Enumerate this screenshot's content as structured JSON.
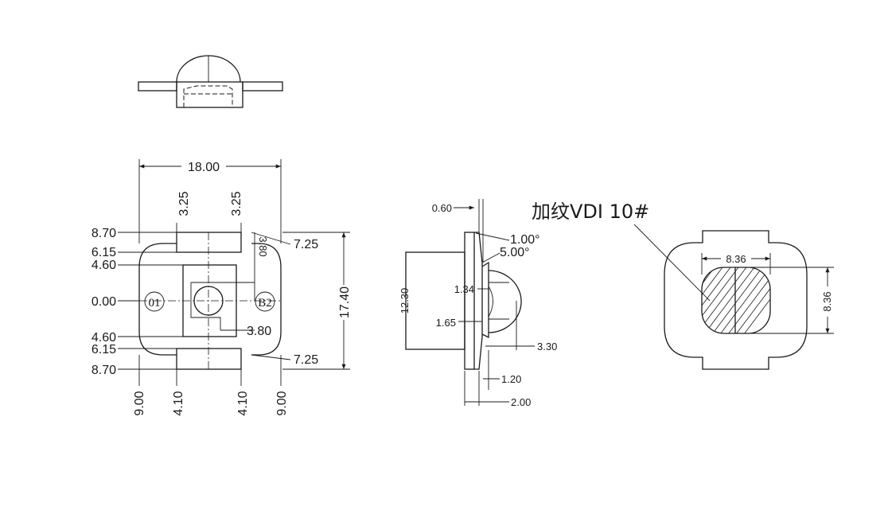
{
  "drawing": {
    "texture_note": "加纹VDI 10#",
    "front_view": {
      "width": "18.00",
      "top_dims": [
        "3.25",
        "3.25"
      ],
      "left_dims": [
        "8.70",
        "6.15",
        "4.60",
        "0.00",
        "4.60",
        "6.15",
        "8.70"
      ],
      "right_top": "7.25",
      "right_bottom": "7.25",
      "inner_vertical": "3.80",
      "inner_horizontal": "3.80",
      "height": "17.40",
      "bottom_dims": [
        "9.00",
        "4.10",
        "4.10",
        "9.00"
      ],
      "mark_left": "01",
      "mark_right": "B2"
    },
    "side_view": {
      "d_060": "0.60",
      "d_100": "1.00°",
      "d_500": "5.00°",
      "d_1230": "12.30",
      "d_134": "1.34",
      "d_165": "1.65",
      "d_330": "3.30",
      "d_120": "1.20",
      "d_200": "2.00"
    },
    "detail_view": {
      "width": "8.36",
      "height": "8.36"
    }
  }
}
